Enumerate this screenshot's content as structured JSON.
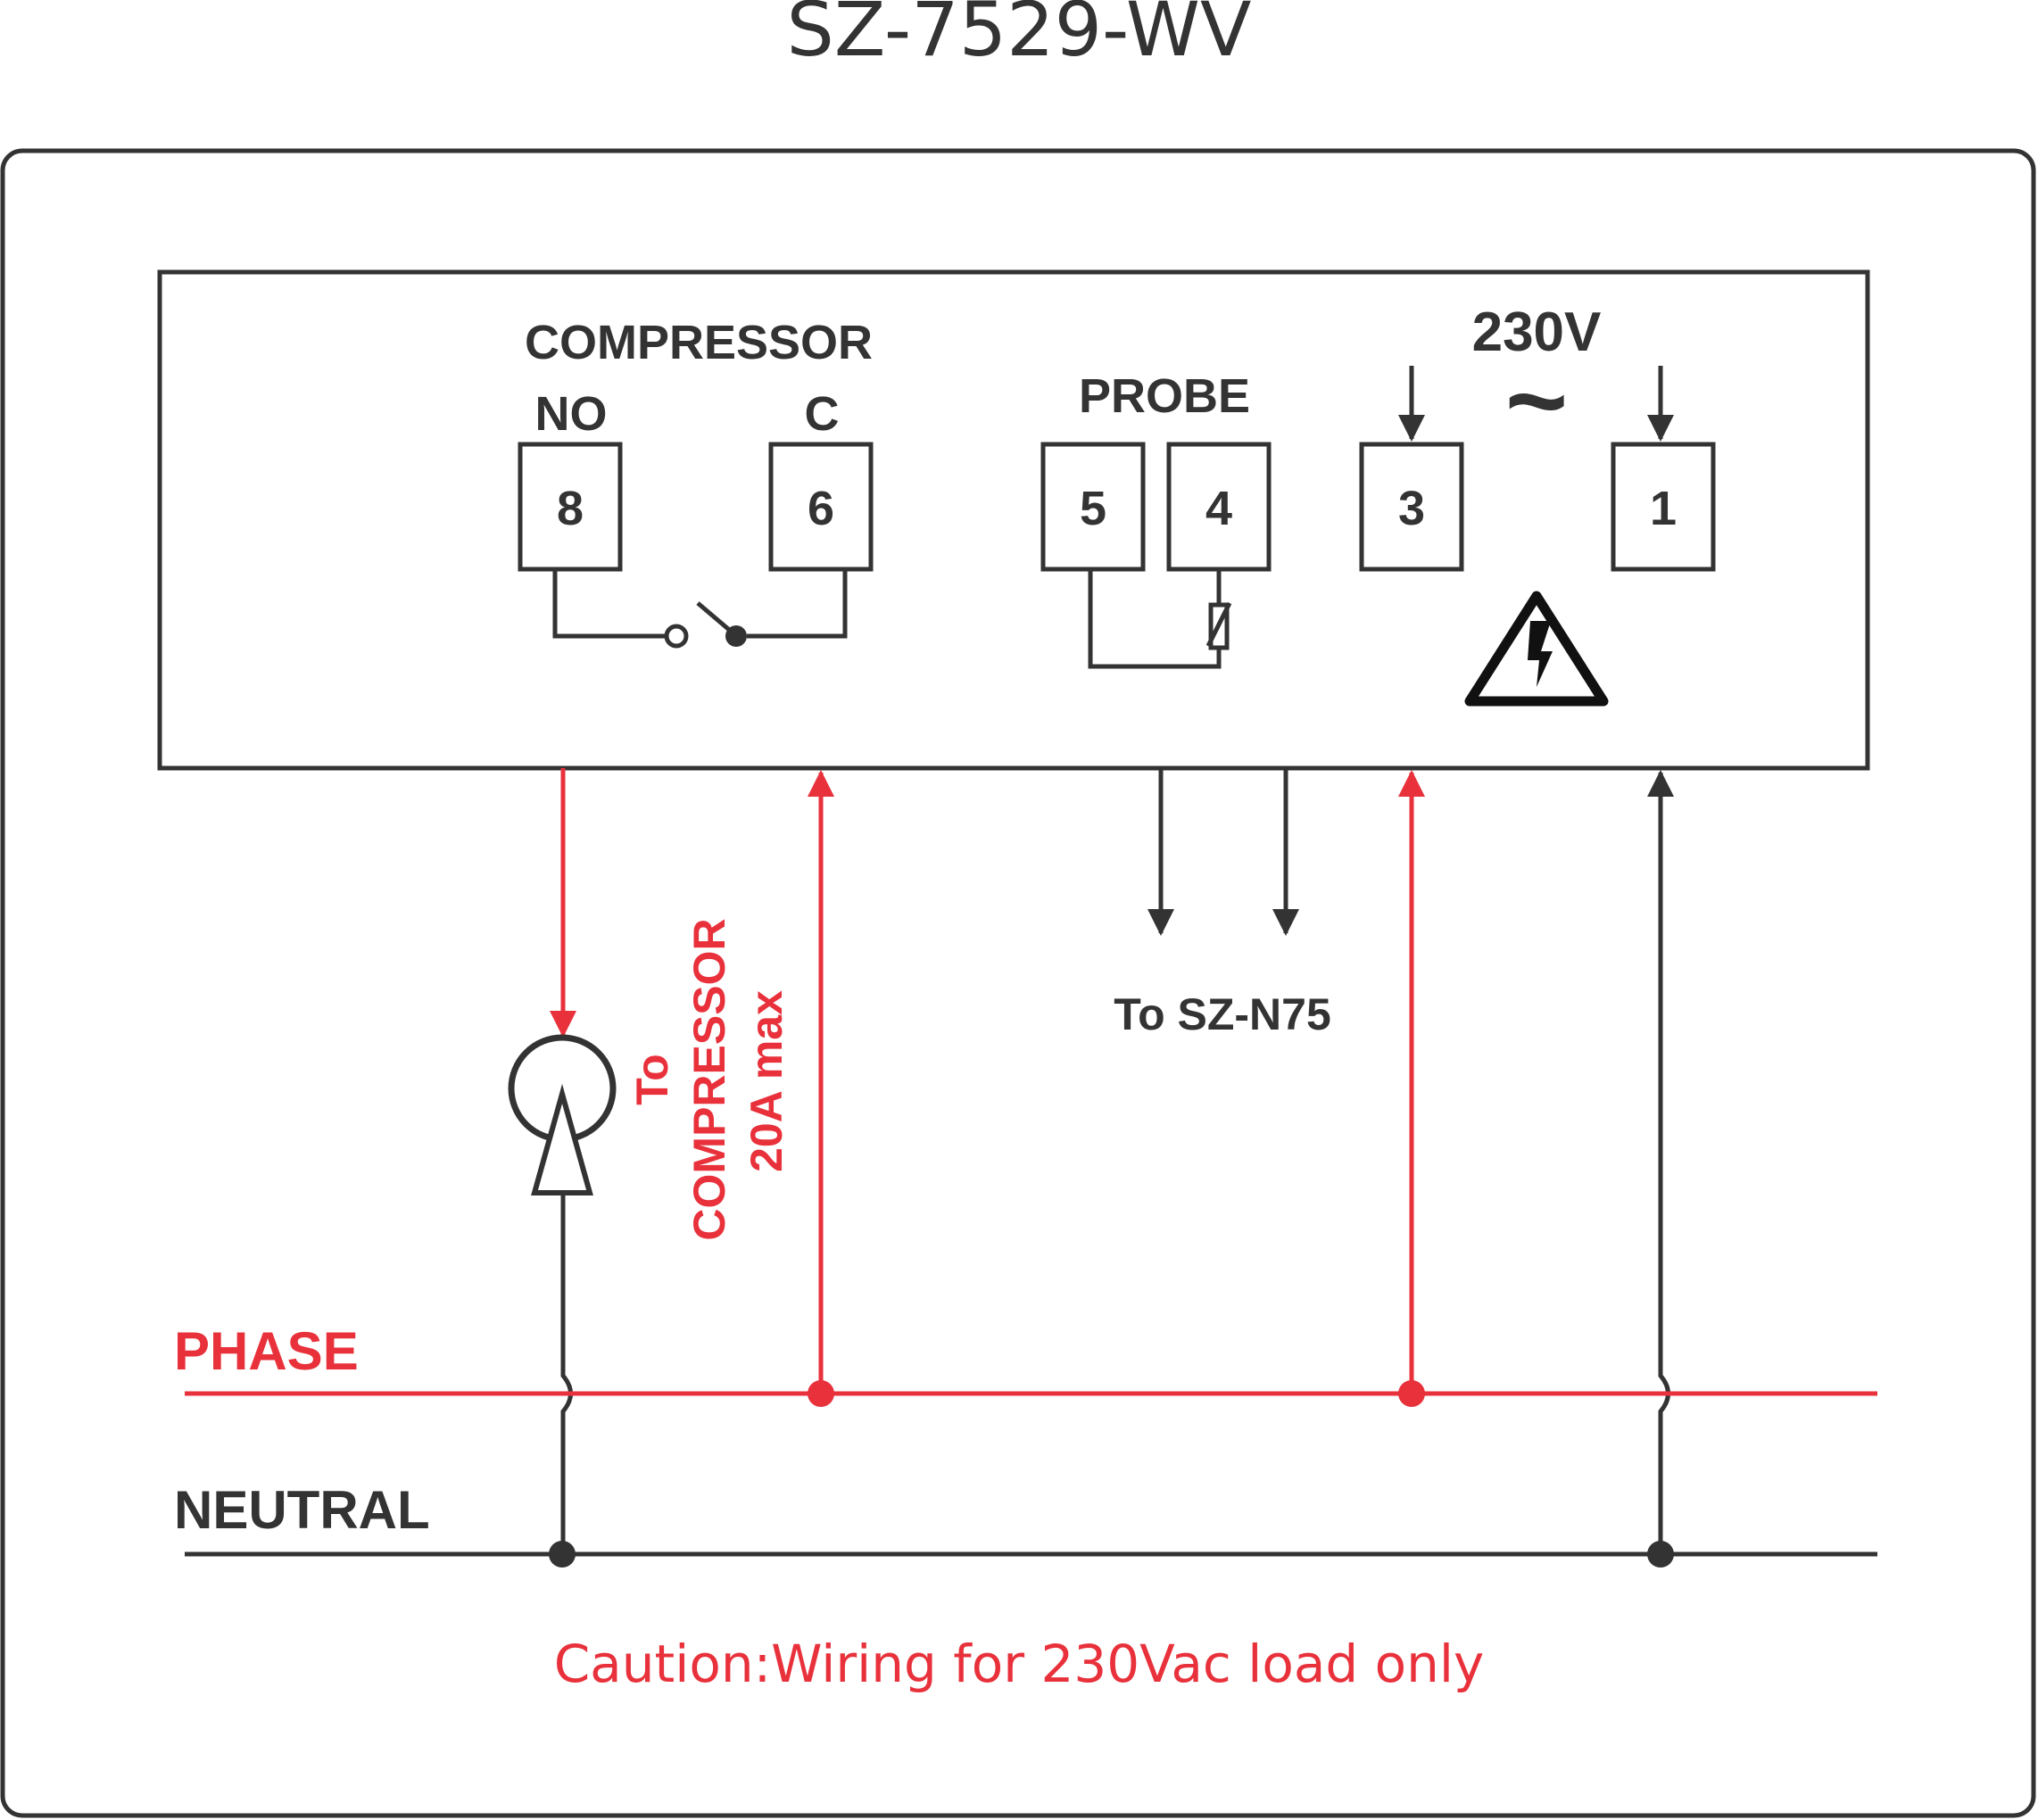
{
  "title": "SZ-7529-WV",
  "controller": {
    "compressor_label": "COMPRESSOR",
    "no_label": "NO",
    "c_label": "C",
    "probe_label": "PROBE",
    "voltage_label": "230V",
    "ac_symbol": "~",
    "terminals": [
      "8",
      "6",
      "5",
      "4",
      "3",
      "1"
    ]
  },
  "wiring": {
    "to_probe_label": "To SZ-N75",
    "compressor_line1": "To",
    "compressor_line2": "COMPRESSOR",
    "compressor_line3": "20A max",
    "phase_label": "PHASE",
    "neutral_label": "NEUTRAL"
  },
  "caution": "Caution:Wiring for 230Vac load only",
  "colors": {
    "dark": "#333333",
    "red": "#e8313b"
  }
}
